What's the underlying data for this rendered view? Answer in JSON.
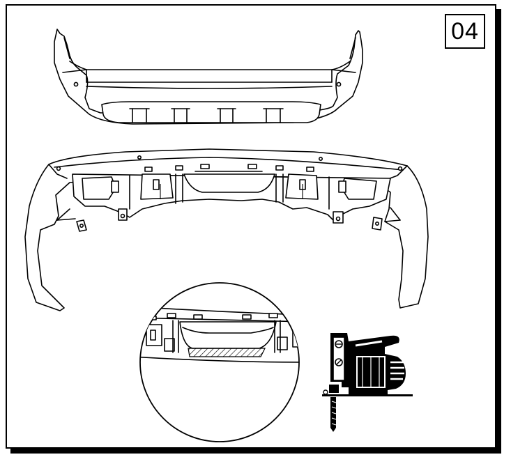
{
  "step": {
    "number": "04"
  },
  "illustration": {
    "top_part": "rear-bumper-cover",
    "middle_part": "bumper-support-frame",
    "detail": "magnified-cut-area",
    "tool_icon": "jigsaw-icon"
  }
}
